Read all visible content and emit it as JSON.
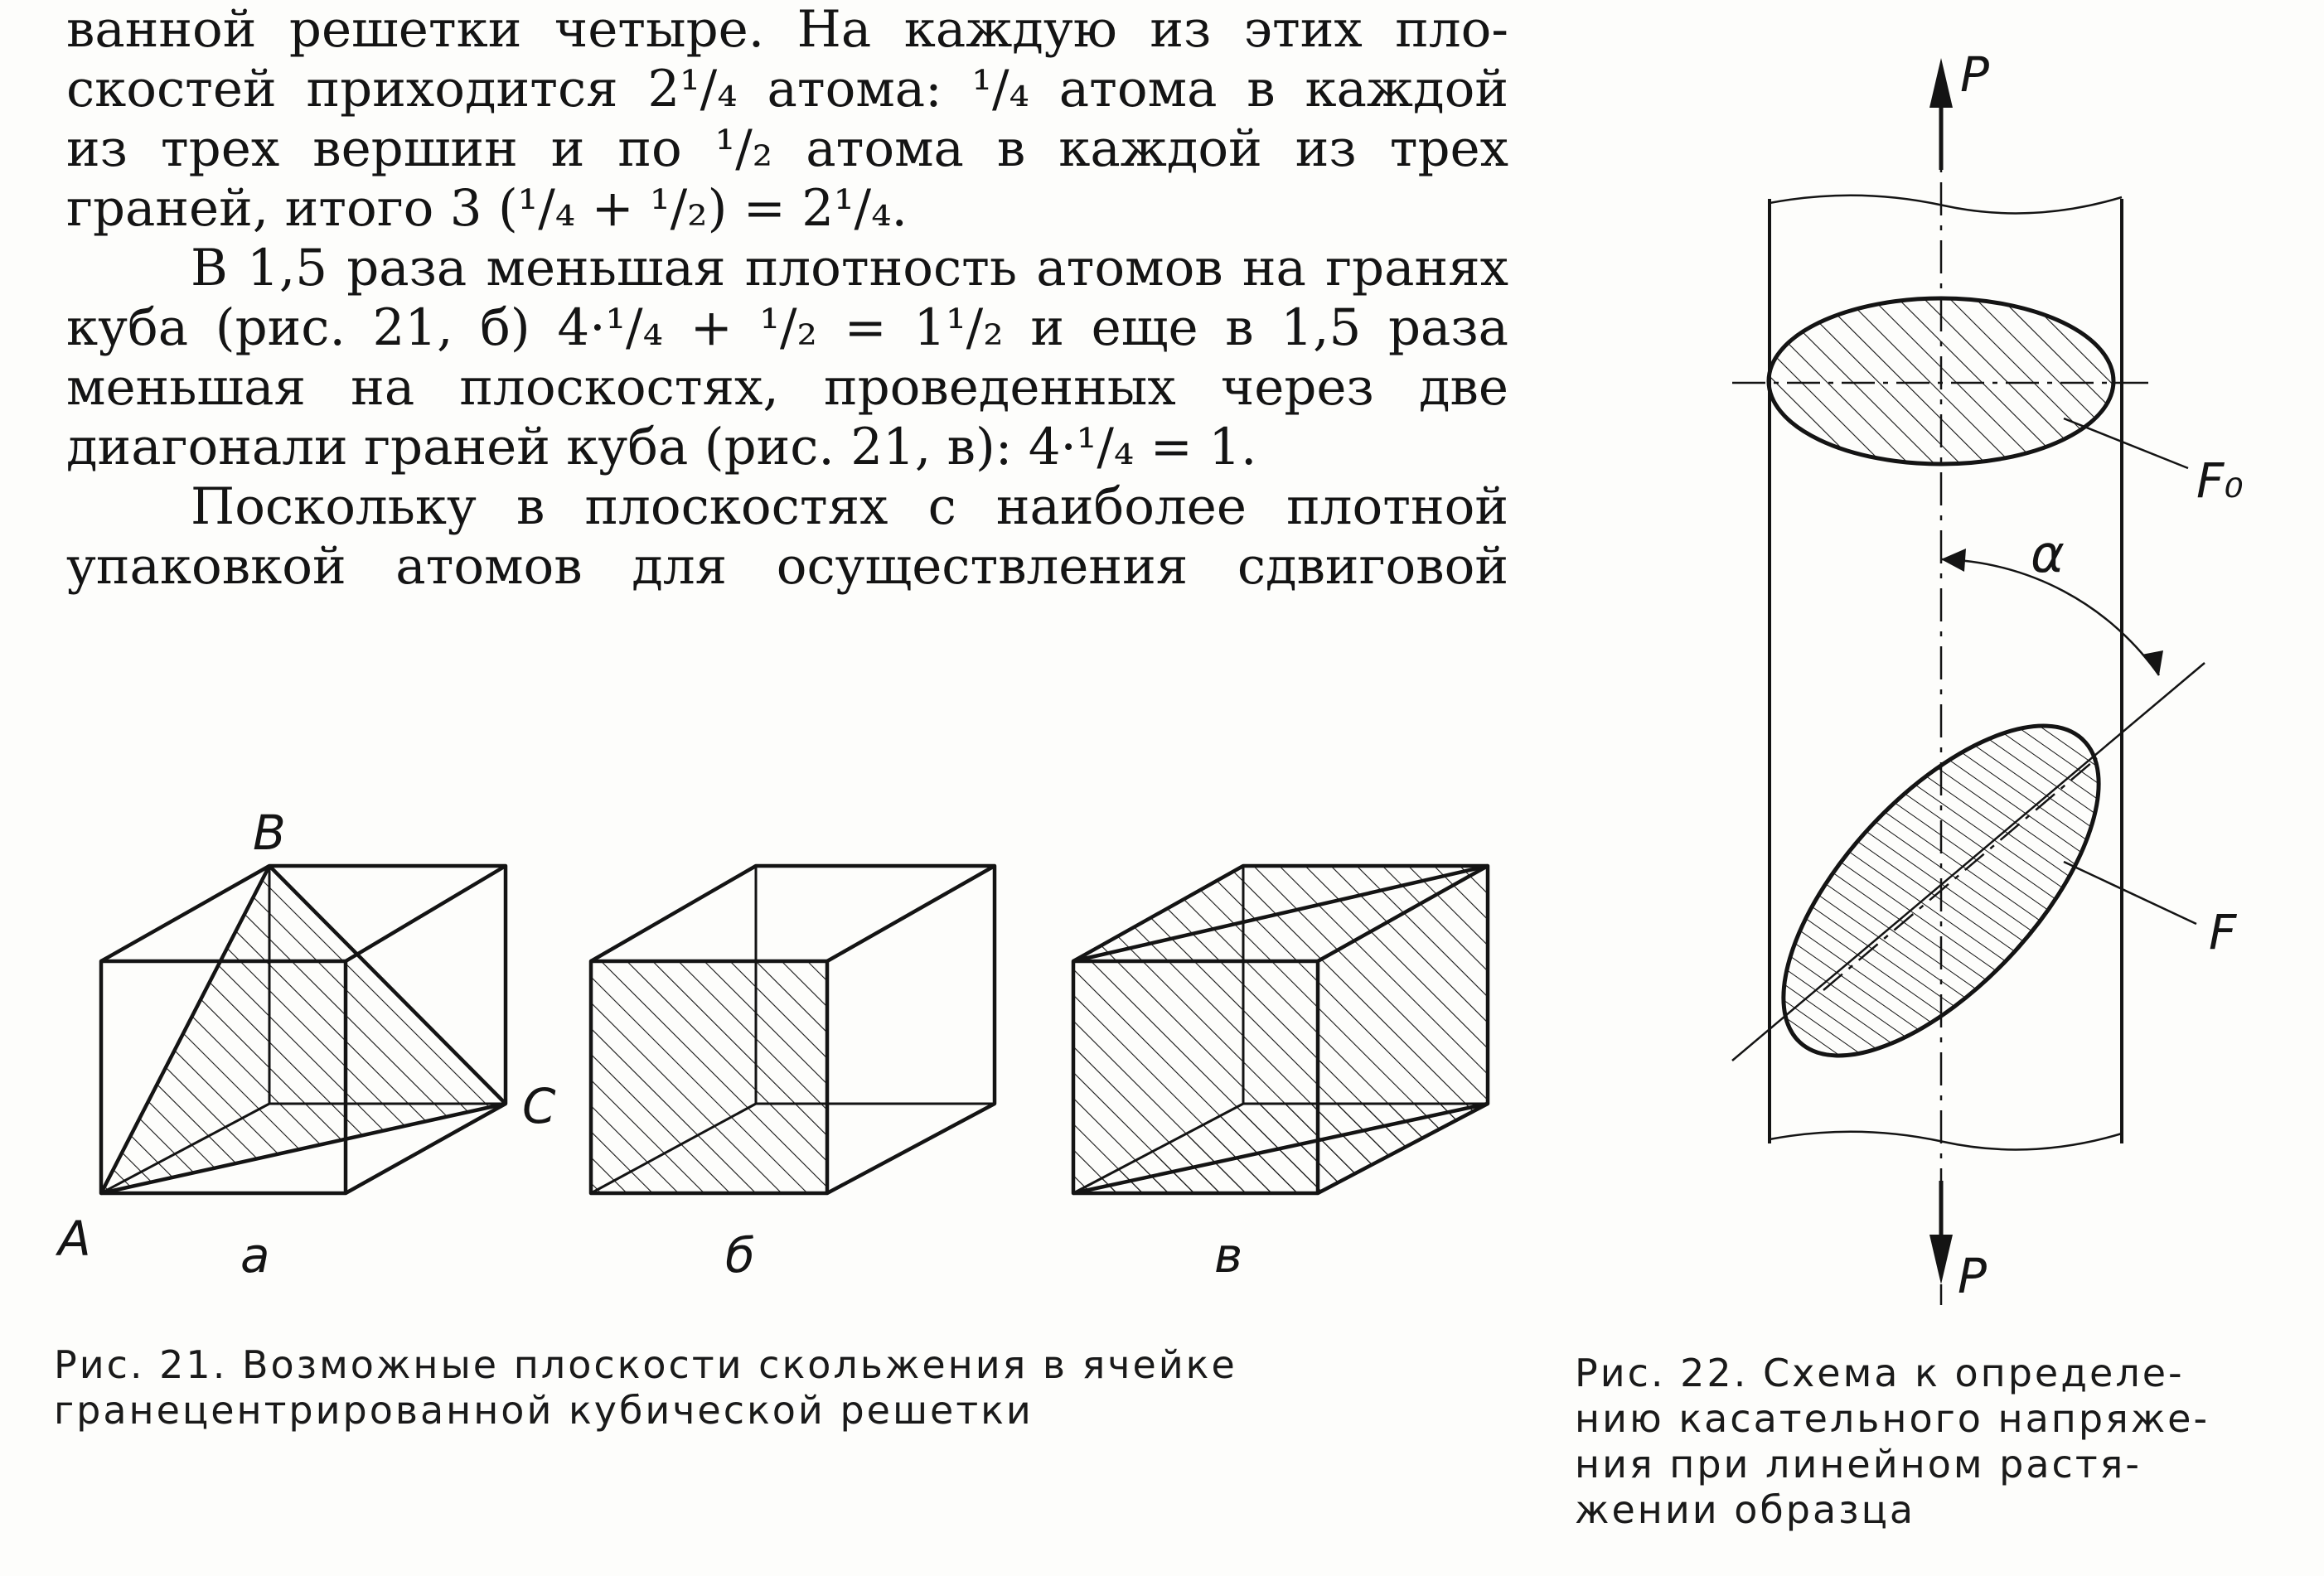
{
  "text_lines": [
    "ванной решетки четыре.  На  каждую из этих пло-",
    "скостей приходится 2¹/₄ атома: ¹/₄ атома в каждой",
    "из трех вершин и по ¹/₂ атома в каждой из трех",
    "граней, итого 3 (¹/₄ + ¹/₂) = 2¹/₄.",
    "В 1,5 раза меньшая плотность атомов на гранях",
    "куба (рис. 21, б) 4·¹/₄ + ¹/₂ = 1¹/₂ и еще в 1,5 раза",
    "меньшая на плоскостях, проведенных через две",
    "диагонали граней куба (рис. 21, в): 4·¹/₄ = 1.",
    "Поскольку в плоскостях с наиболее плотной",
    "упаковкой атомов для осуществления сдвиговой"
  ],
  "fig21": {
    "labels": {
      "A": "A",
      "B": "B",
      "C": "C",
      "a": "а",
      "b": "б",
      "v": "в"
    },
    "caption_lines": [
      "Рис. 21. Возможные плоскости скольжения в ячейке",
      "гранецентрированной кубической решетки"
    ]
  },
  "fig22": {
    "labels": {
      "P_top": "P",
      "P_bottom": "P",
      "F0": "F₀",
      "F": "F",
      "alpha": "α"
    },
    "caption_lines": [
      "Рис. 22. Схема к определе-",
      "нию касательного напряже-",
      "ния при линейном растя-",
      "жении образца"
    ]
  },
  "colors": {
    "ink": "#141414",
    "paper": "#fdfdfb"
  }
}
